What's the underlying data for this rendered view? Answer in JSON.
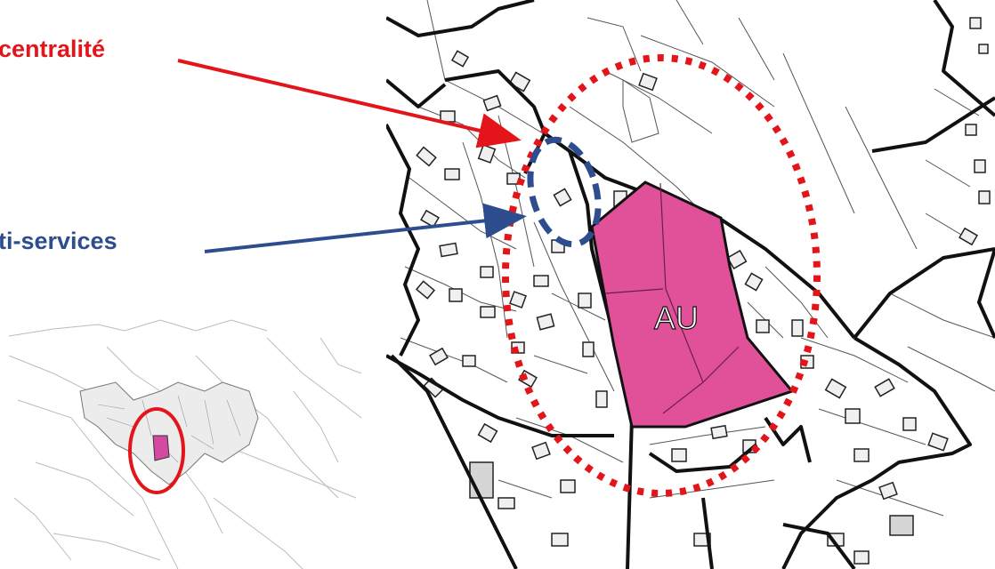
{
  "labels": {
    "centralite": "centralité",
    "multi_services": "ti-services",
    "zone": "AU"
  },
  "colors": {
    "centralite": "#e3151a",
    "multi_services": "#2e4d8f",
    "zone_fill": "#e0519a",
    "inset_zone": "#d34aa0"
  },
  "icons": {
    "arrow_red": "arrow-red-icon",
    "arrow_blue": "arrow-blue-icon"
  }
}
